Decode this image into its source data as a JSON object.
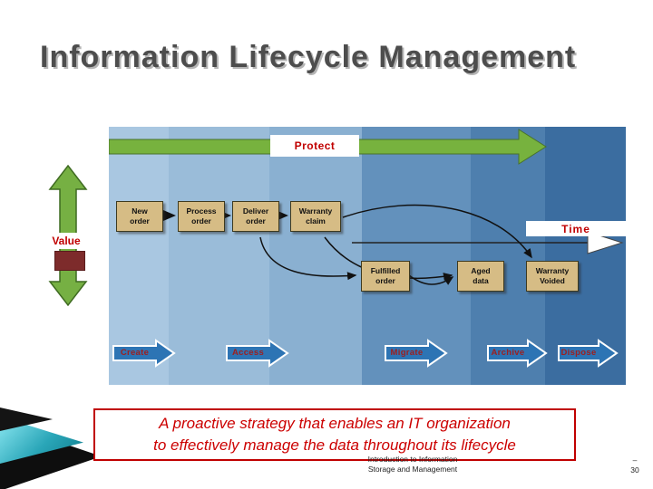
{
  "title": "Information Lifecycle Management",
  "diagram": {
    "protect_label": "Protect",
    "time_label": "Time",
    "value_label": "Value",
    "row1": [
      {
        "label": "New\norder"
      },
      {
        "label": "Process\norder"
      },
      {
        "label": "Deliver\norder"
      },
      {
        "label": "Warranty\nclaim"
      }
    ],
    "row2": [
      {
        "label": "Fulfilled\norder"
      },
      {
        "label": "Aged\ndata"
      },
      {
        "label": "Warranty\nVoided"
      }
    ],
    "phases": [
      {
        "label": "Create"
      },
      {
        "label": "Access"
      },
      {
        "label": "Migrate"
      },
      {
        "label": "Archive"
      },
      {
        "label": "Dispose"
      }
    ]
  },
  "summary": {
    "line1": "A proactive strategy that enables an IT organization",
    "line2": "to effectively manage the data throughout its lifecycle"
  },
  "footer": {
    "line1": "Introduction to Information",
    "line2": "Storage and Management",
    "page_dash": "–",
    "page_number": "30"
  },
  "colors": {
    "accent_green": "#76b043",
    "accent_blue": "#2d74b4",
    "accent_red": "#c00000",
    "box_tan": "#d6bc85",
    "band_shades": [
      "#a9c7e1",
      "#9abcd9",
      "#8ab0d1",
      "#6391bc",
      "#4e7fae",
      "#3b6da0"
    ]
  }
}
